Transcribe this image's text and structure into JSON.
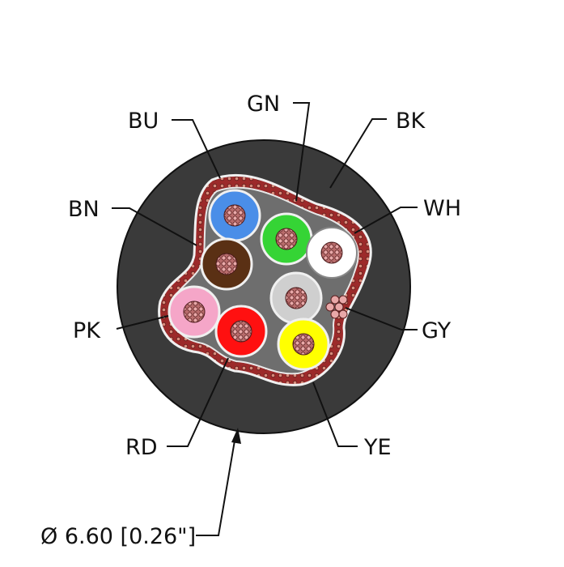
{
  "diagram": {
    "labels": {
      "bu": "BU",
      "gn": "GN",
      "bk": "BK",
      "wh": "WH",
      "bn": "BN",
      "pk": "PK",
      "gy": "GY",
      "rd": "RD",
      "ye": "YE"
    },
    "dimension": "Ø 6.60 [0.26\"]",
    "colors": {
      "jacket": "#3a3a3a",
      "filler": "#6e6e6e",
      "shield": "#b04040",
      "blue": "#4a8ee8",
      "brown": "#5a3014",
      "green": "#35d435",
      "white": "#ffffff",
      "pink": "#f5a6c8",
      "red": "#ff1010",
      "grey": "#cfcfcf",
      "yellow": "#ffff00",
      "copper": "#d08888"
    }
  }
}
